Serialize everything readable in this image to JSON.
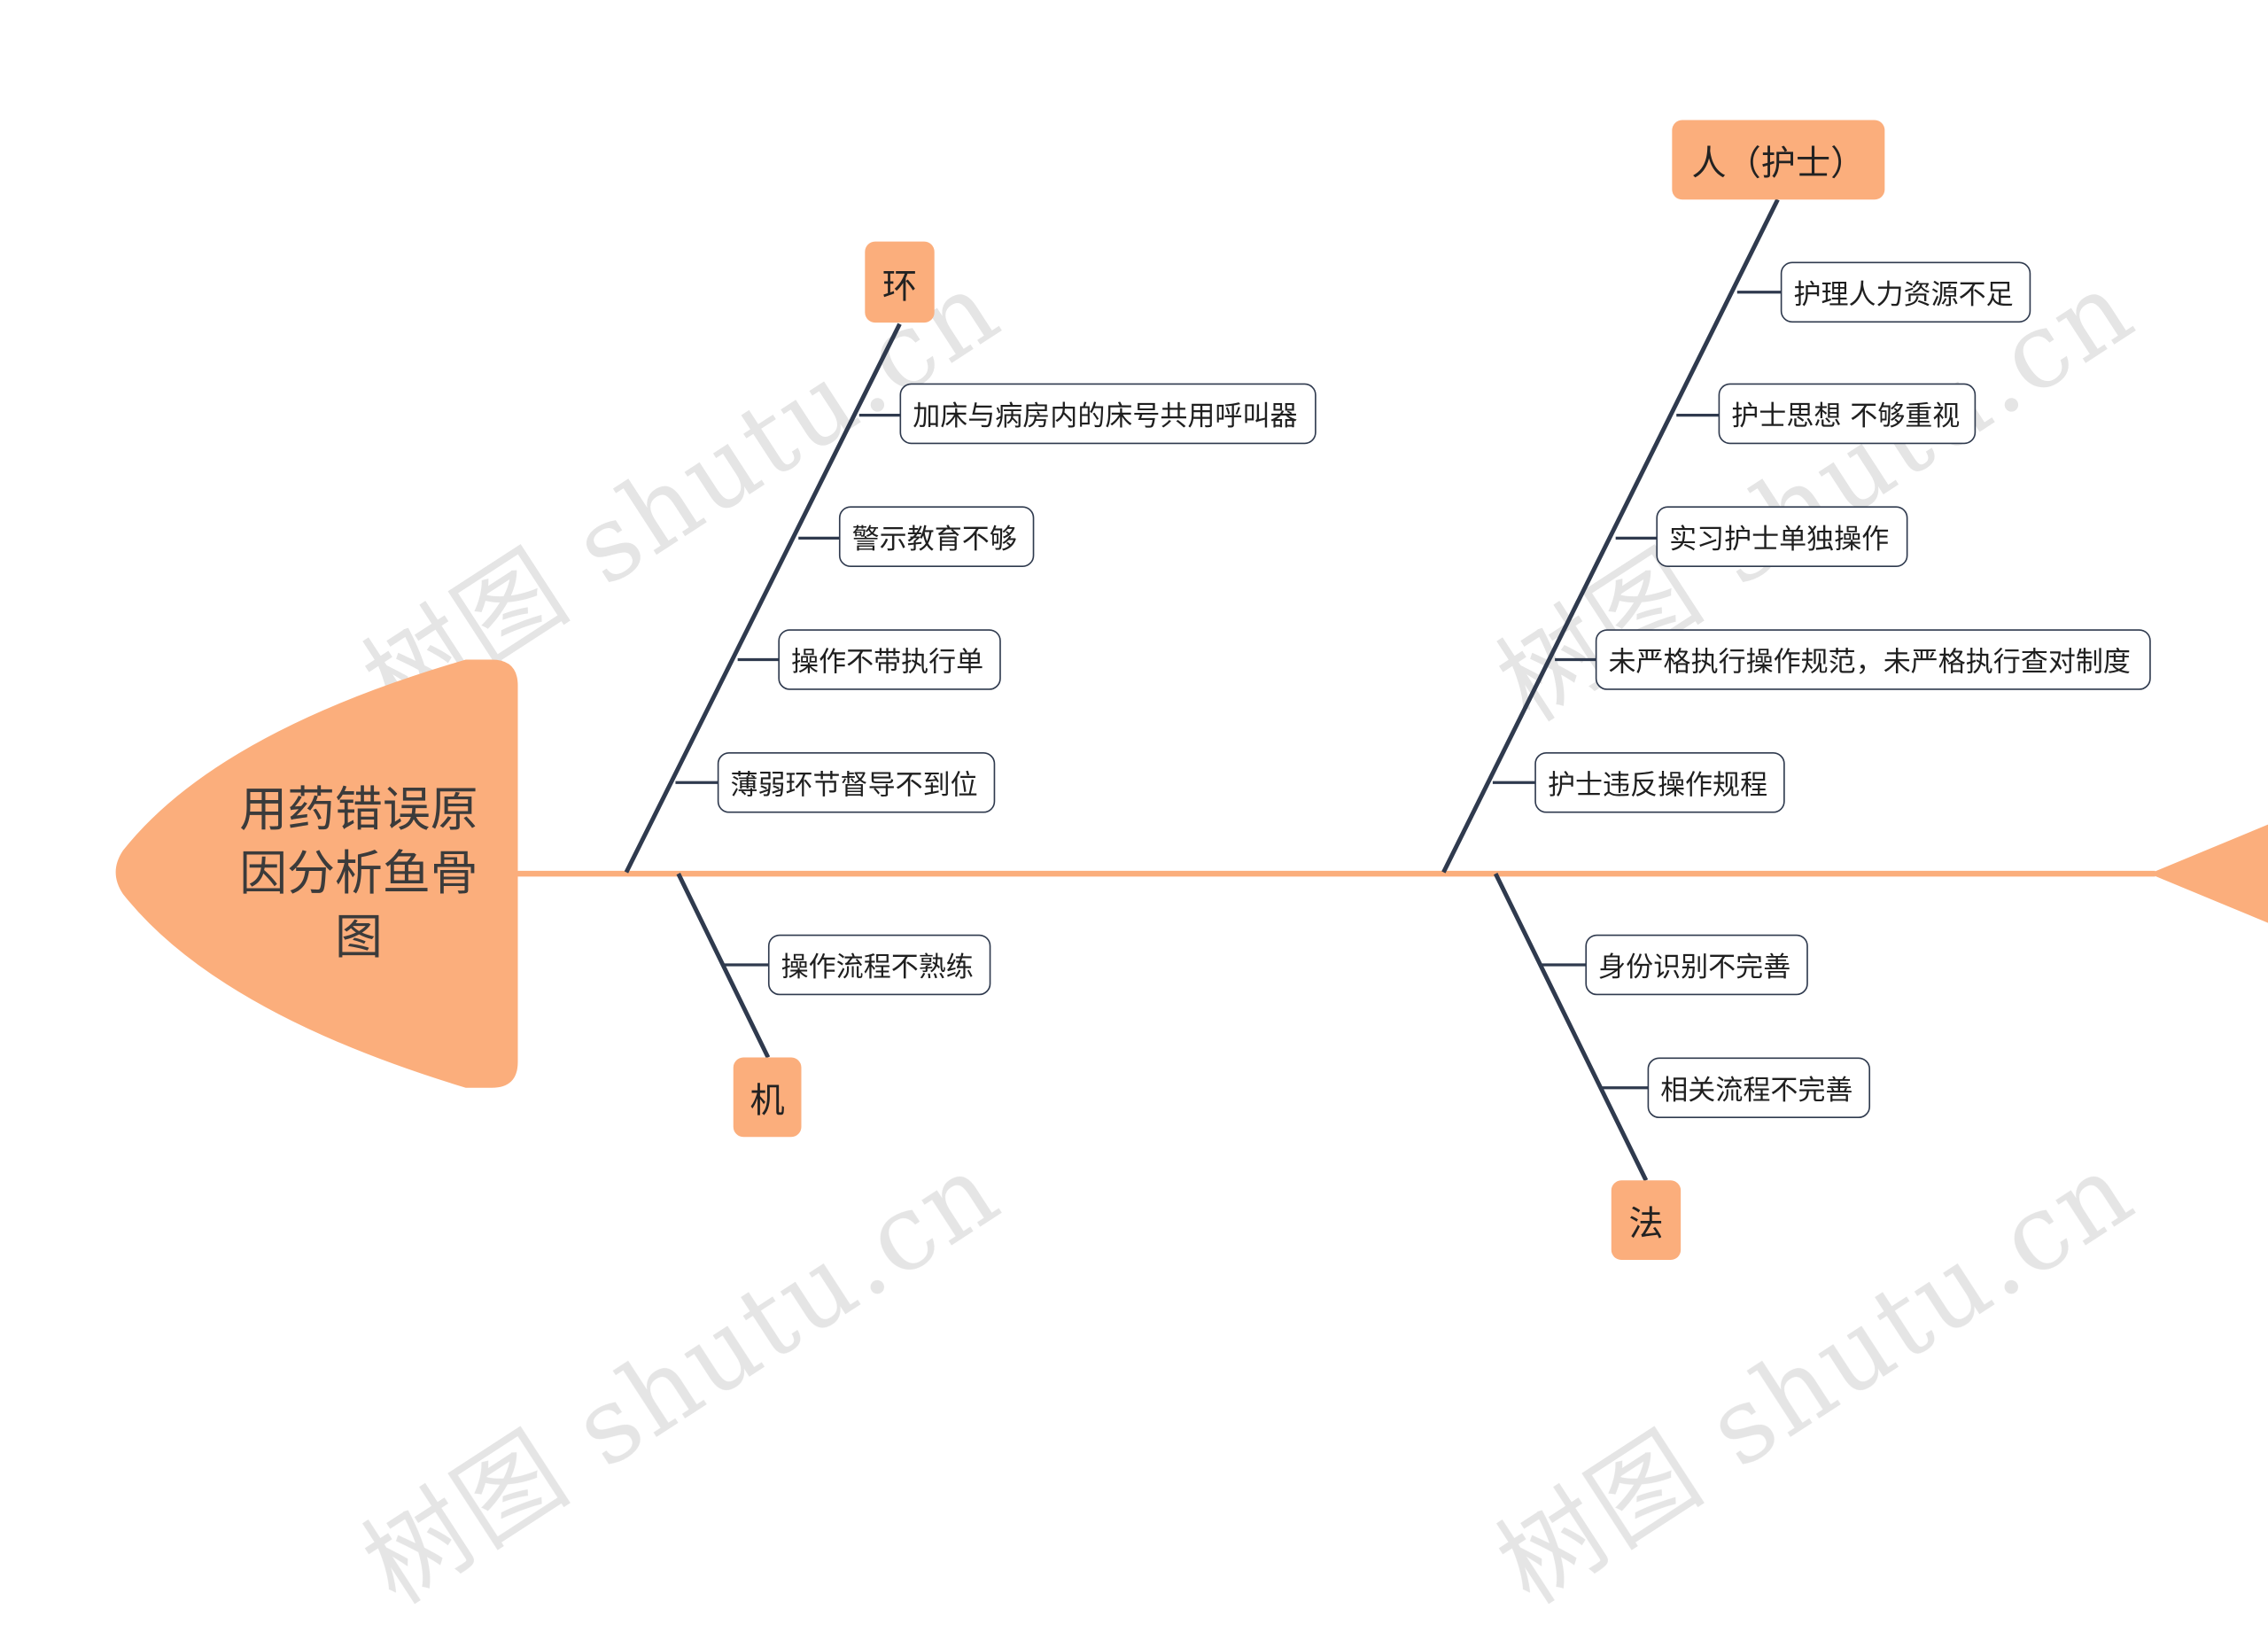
{
  "watermark": {
    "text_1": "树图 shutu.cn",
    "text_2": "树图 shutu.cn",
    "text_3": "树图 shutu.cn",
    "text_4": "树图 shutu.cn"
  },
  "head": {
    "title": "用药错误原因分析鱼骨图"
  },
  "categories": {
    "environment": {
      "label": "环",
      "causes": [
        "加床与病房内的床号共用呼叫器",
        "警示教育不够",
        "操作不带执行单",
        "薄弱环节督导不到位"
      ]
    },
    "person": {
      "label": "人（护士）",
      "causes": [
        "护理人力资源不足",
        "护士思想 不够重视",
        "实习护士单独操作",
        "未严格执行操作规范，未严格执行查对制度",
        "护士违反操作规程"
      ]
    },
    "machine": {
      "label": "机",
      "causes": [
        "操作流程不熟练"
      ]
    },
    "method": {
      "label": "法",
      "causes": [
        "身份识别不完善",
        "相关流程不完善"
      ]
    }
  },
  "colors": {
    "accent": "#fbae7c",
    "bone": "#2f3a4e",
    "spine": "#fbae7c",
    "text": "#222222"
  }
}
